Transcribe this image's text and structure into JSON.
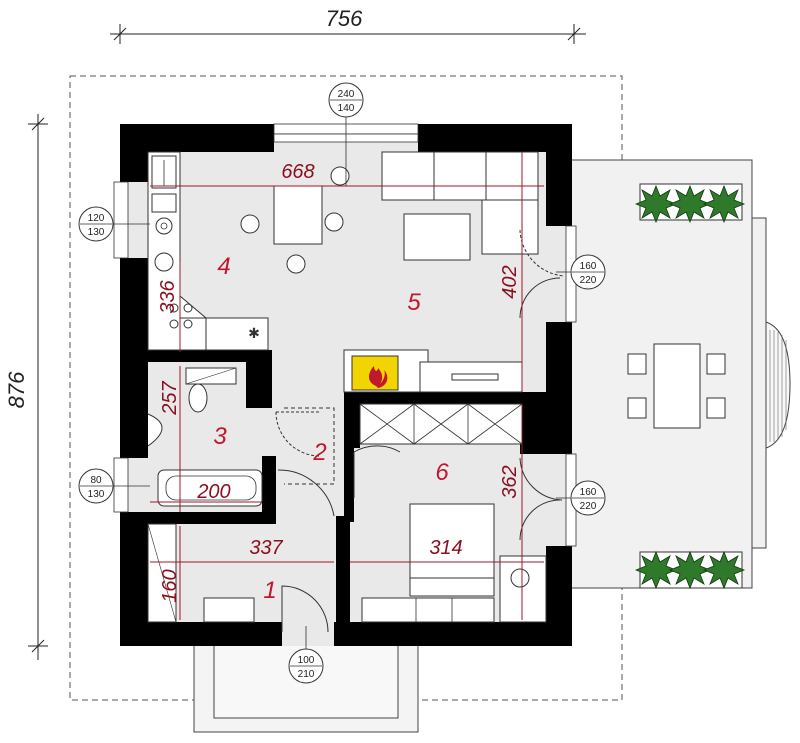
{
  "outer_dimensions": {
    "width": "756",
    "depth": "876"
  },
  "rooms": [
    {
      "number": "1"
    },
    {
      "number": "2"
    },
    {
      "number": "3"
    },
    {
      "number": "4"
    },
    {
      "number": "5"
    },
    {
      "number": "6"
    }
  ],
  "inner_dimensions": [
    "668",
    "336",
    "402",
    "257",
    "200",
    "337",
    "314",
    "362",
    "160"
  ],
  "openings": [
    {
      "width": "240",
      "height": "140"
    },
    {
      "width": "120",
      "height": "130"
    },
    {
      "width": "160",
      "height": "220"
    },
    {
      "width": "80",
      "height": "130"
    },
    {
      "width": "160",
      "height": "220"
    },
    {
      "width": "100",
      "height": "210"
    }
  ],
  "colors": {
    "walls": "#000000",
    "floor": "#e9e9e9",
    "terrace": "#f1f1f1",
    "room_labels": "#c0182c",
    "dimension_lines": "#a01828",
    "fireplace": "#f2d400"
  }
}
